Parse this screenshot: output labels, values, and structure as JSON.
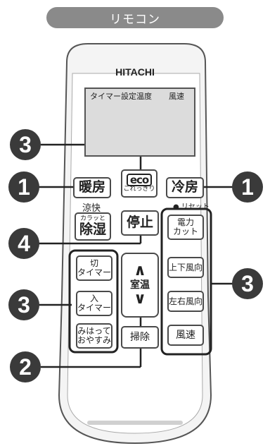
{
  "header": {
    "title": "リモコン"
  },
  "remote": {
    "brand": "HITACHI",
    "lcd": {
      "timer": "タイマー",
      "set_temp": "設定温度",
      "fan": "風速"
    },
    "reset_label": "リセット",
    "buttons": {
      "heat": "暖房",
      "eco_logo": "eco",
      "eco_sub": "これっきり",
      "cool": "冷房",
      "cool_dry_top": "涼快",
      "dry_small": "カラッと",
      "dry": "除湿",
      "stop": "停止",
      "power_cut_1": "電力",
      "power_cut_2": "カット",
      "off_timer_1": "切",
      "off_timer_2": "タイマー",
      "on_timer_1": "入",
      "on_timer_2": "タイマー",
      "sleep_1": "みはって",
      "sleep_2": "おやすみ",
      "temp_up": "∧",
      "room_temp": "室温",
      "temp_down": "∨",
      "clean": "掃除",
      "vertical_flap": "上下風向",
      "horizontal_flap": "左右風向",
      "fan_speed": "風速"
    }
  },
  "callouts": {
    "eco": "3",
    "heat": "1",
    "cool": "1",
    "stop": "4",
    "timers": "3",
    "right_group": "3",
    "temp": "2"
  }
}
